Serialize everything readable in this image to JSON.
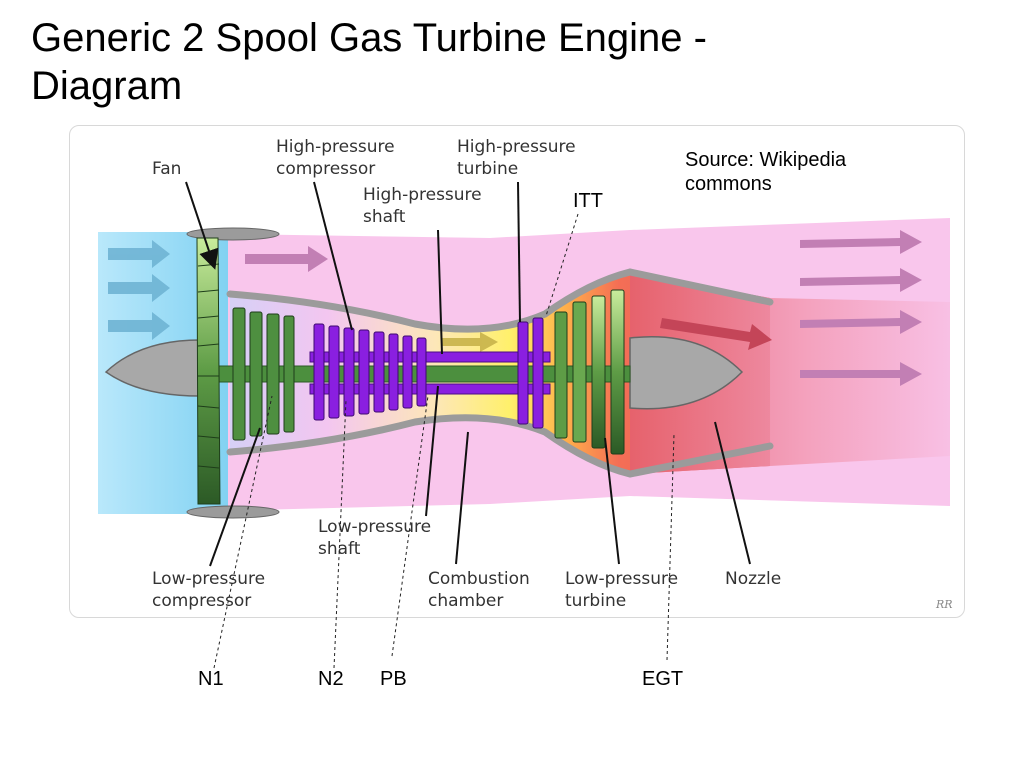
{
  "slide": {
    "title": "Generic 2 Spool Gas Turbine Engine - Diagram"
  },
  "source_note": "Source: Wikipedia commons",
  "image_labels": {
    "fan": "Fan",
    "hp_compressor": [
      "High-pressure",
      "compressor"
    ],
    "hp_turbine": [
      "High-pressure",
      "turbine"
    ],
    "hp_shaft": [
      "High-pressure",
      "shaft"
    ],
    "lp_shaft": [
      "Low-pressure",
      "shaft"
    ],
    "lp_compressor": [
      "Low-pressure",
      "compressor"
    ],
    "combustion_chamber": [
      "Combustion",
      "chamber"
    ],
    "lp_turbine": [
      "Low-pressure",
      "turbine"
    ],
    "nozzle": "Nozzle"
  },
  "sensor_labels": {
    "itt": "ITT",
    "n1": "N1",
    "n2": "N2",
    "pb": "PB",
    "egt": "EGT"
  },
  "colors": {
    "cold_air": "#9fdcf5",
    "bypass_air": "#f9c4ec",
    "combustion": "#ffe94a",
    "exhaust": "#e46070",
    "lp_spool": "#3f7f3a",
    "hp_spool": "#8a1fe0",
    "casing": "#9a9a9a"
  }
}
